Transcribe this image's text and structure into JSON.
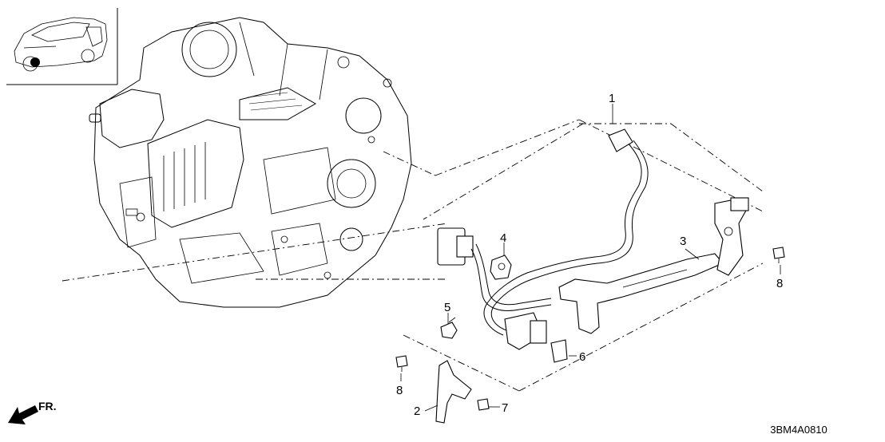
{
  "diagram_code": "3BM4A0810",
  "direction_label": "FR.",
  "callouts": [
    {
      "id": "c1",
      "label": "1"
    },
    {
      "id": "c2",
      "label": "2"
    },
    {
      "id": "c3",
      "label": "3"
    },
    {
      "id": "c4",
      "label": "4"
    },
    {
      "id": "c5",
      "label": "5"
    },
    {
      "id": "c6",
      "label": "6"
    },
    {
      "id": "c7",
      "label": "7"
    },
    {
      "id": "c8a",
      "label": "8"
    },
    {
      "id": "c8b",
      "label": "8"
    }
  ],
  "icons": [
    "vehicle-locator-icon",
    "front-direction-arrow-icon"
  ]
}
